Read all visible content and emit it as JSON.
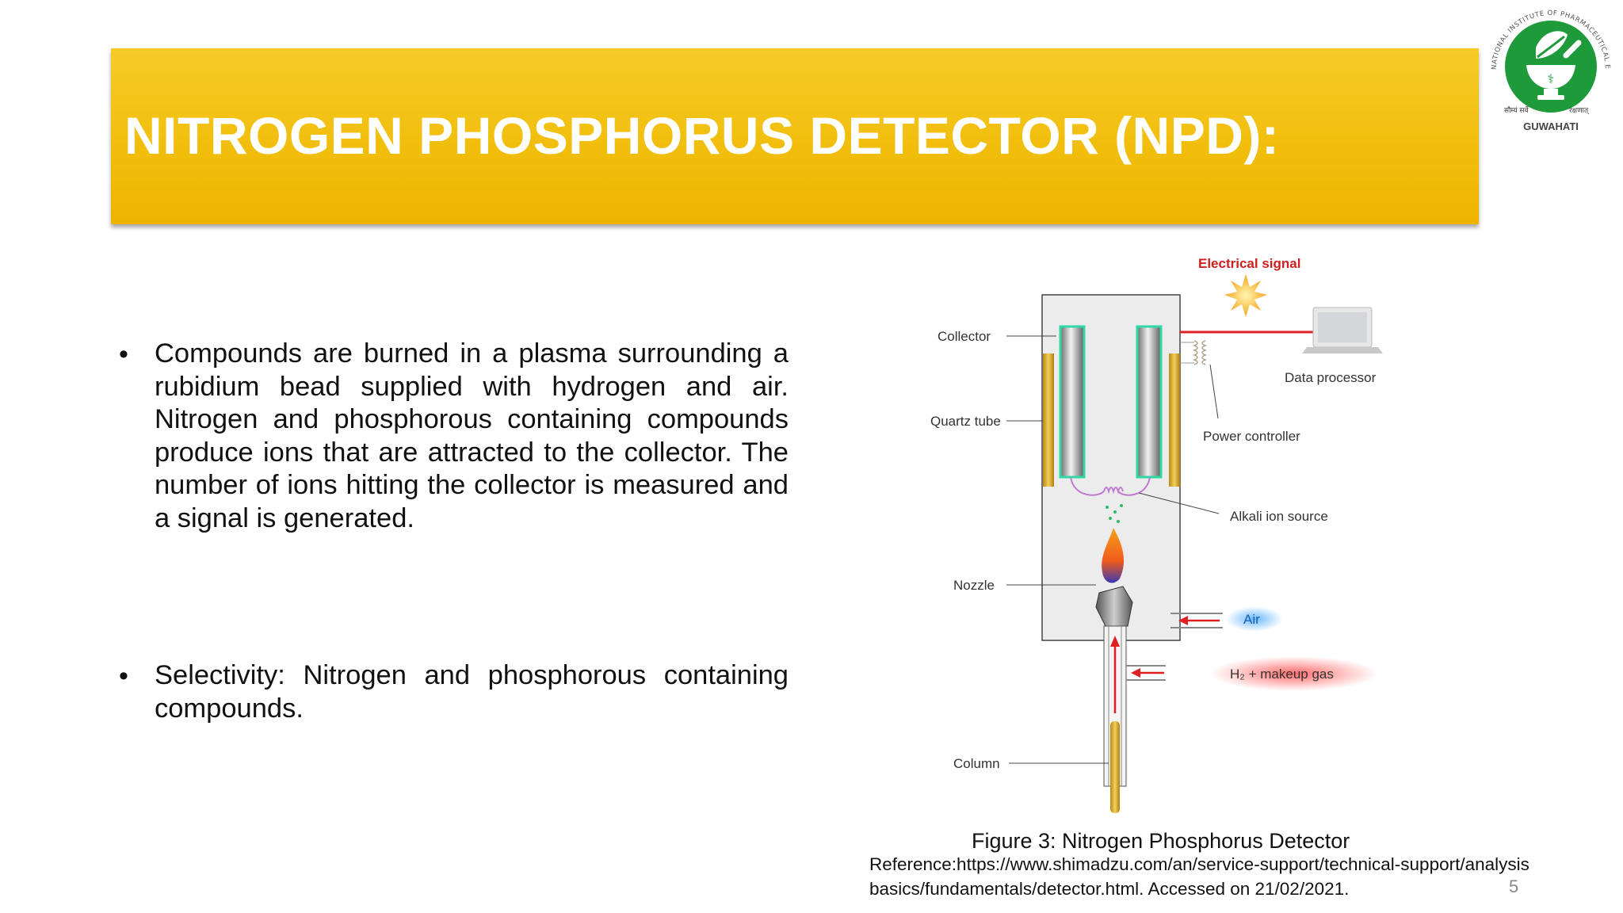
{
  "slide": {
    "title": "NITROGEN PHOSPHORUS DETECTOR (NPD):",
    "bullets": [
      "Compounds are burned in a plasma surrounding a rubidium bead supplied with hydrogen and air. Nitrogen and phosphorous containing compounds produce ions that are attracted to the collector. The number of ions hitting the collector is measured and a signal is generated.",
      "Selectivity: Nitrogen and phosphorous containing compounds."
    ],
    "bullet_symbol": "•",
    "page_number": "5"
  },
  "logo": {
    "ring_text": "NATIONAL INSTITUTE OF PHARMACEUTICAL EDUCATION AND RESEARCH",
    "motto_left": "सौम्यं सर्वे",
    "motto_right": "रक्षणात्",
    "city": "GUWAHATI",
    "color": "#1e9a3a"
  },
  "figure": {
    "labels": {
      "electrical_signal": "Electrical signal",
      "collector": "Collector",
      "data_processor": "Data processor",
      "quartz_tube": "Quartz tube",
      "power_controller": "Power controller",
      "alkali_ion_source": "Alkali ion source",
      "nozzle": "Nozzle",
      "air": "Air",
      "h2_makeup": "H₂ + makeup gas",
      "column": "Column"
    },
    "caption": "Figure 3: Nitrogen Phosphorus Detector",
    "reference_line1": "Reference:https://www.shimadzu.com/an/service-support/technical-support/analysis",
    "reference_line2": "basics/fundamentals/detector.html. Accessed on 21/02/2021."
  },
  "colors": {
    "banner": "#f3c213",
    "title_text": "#ffffff",
    "signal_red": "#e02020"
  }
}
